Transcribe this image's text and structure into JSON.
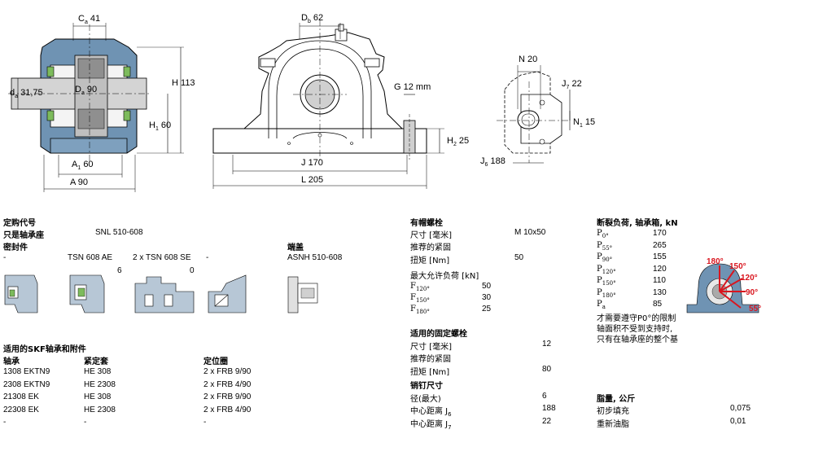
{
  "drawing": {
    "ca_label": "C",
    "ca_sub": "a",
    "ca_val": "41",
    "da_label": "d",
    "da_sub": "a",
    "da_val": "31,75",
    "Da_label": "D",
    "Da_sub": "a",
    "Da_val": "90",
    "A1_label": "A",
    "A1_sub": "1",
    "A1_val": "60",
    "A_label": "A",
    "A_val": "90",
    "H_label": "H",
    "H_val": "113",
    "H1_label": "H",
    "H1_sub": "1",
    "H1_val": "60",
    "Db_label": "D",
    "Db_sub": "b",
    "Db_val": "62",
    "G_label": "G",
    "G_val": "12 mm",
    "H2_label": "H",
    "H2_sub": "2",
    "H2_val": "25",
    "J_label": "J",
    "J_val": "170",
    "L_label": "L",
    "L_val": "205",
    "N_label": "N",
    "N_val": "20",
    "J7_label": "J",
    "J7_sub": "7",
    "J7_val": "22",
    "N1_label": "N",
    "N1_sub": "1",
    "N1_val": "15",
    "J6_label": "J",
    "J6_sub": "6",
    "J6_val": "188"
  },
  "order": {
    "title": "定购代号",
    "housing_label": "只是轴承座",
    "housing_value": "SNL 510-608",
    "seal_title": "密封件",
    "seals": [
      "-",
      "TSN 608 AE",
      "2 x TSN 608 SE",
      "-"
    ],
    "cover_title": "端盖",
    "cover_value": "ASNH 510-608",
    "seal_num_1": "6",
    "seal_num_2": "0"
  },
  "cap_bolts": {
    "title": "有帽螺栓",
    "size_label": "尺寸 [毫米]",
    "size_value": "M 10x50",
    "tighten_label": "推荐的紧固",
    "torque_label": "扭矩 [Nm]",
    "torque_value": "50",
    "max_load_label": "最大允许负荷 [kN]",
    "loads": [
      {
        "sym": "F",
        "sub": "120°",
        "value": "50"
      },
      {
        "sym": "F",
        "sub": "150°",
        "value": "30"
      },
      {
        "sym": "F",
        "sub": "180°",
        "value": "25"
      }
    ]
  },
  "fix_bolts": {
    "title": "适用的固定螺栓",
    "size_label": "尺寸 [毫米]",
    "size_value": "12",
    "tighten_label": "推荐的紧固",
    "torque_label": "扭矩 [Nm]",
    "torque_value": "80"
  },
  "dowel": {
    "title": "销钉尺寸",
    "dia_label": "径(最大)",
    "dia_value": "6",
    "j6_label": "中心距离 J",
    "j6_sub": "6",
    "j6_value": "188",
    "j7_label": "中心距离 J",
    "j7_sub": "7",
    "j7_value": "22"
  },
  "breaking": {
    "title": "断裂负荷, 轴承箱, kN",
    "items": [
      {
        "sym": "P",
        "sub": "0°",
        "value": "170"
      },
      {
        "sym": "P",
        "sub": "55°",
        "value": "265"
      },
      {
        "sym": "P",
        "sub": "90°",
        "value": "155"
      },
      {
        "sym": "P",
        "sub": "120°",
        "value": "120"
      },
      {
        "sym": "P",
        "sub": "150°",
        "value": "110"
      },
      {
        "sym": "P",
        "sub": "180°",
        "value": "130"
      },
      {
        "sym": "P",
        "sub": "a",
        "value": "85"
      }
    ],
    "note1": "才需要遵守P0°的限制",
    "note2": "轴面积不受到支持时,",
    "note3": "只有在轴承座的整个基",
    "angles": [
      "180°",
      "150°",
      "120°",
      "90°",
      "55°"
    ]
  },
  "grease": {
    "title": "脂量, 公斤",
    "initial_label": "初步填充",
    "initial_value": "0,075",
    "refill_label": "重新油脂",
    "refill_value": "0,01"
  },
  "bearings": {
    "title": "适用的SKF轴承和附件",
    "headers": [
      "轴承",
      "紧定套",
      "定位圈"
    ],
    "rows": [
      [
        "1308 EKTN9",
        "HE 308",
        "2 x FRB 9/90"
      ],
      [
        "2308 EKTN9",
        "HE 2308",
        "2 x FRB 4/90"
      ],
      [
        "21308 EK",
        "HE 308",
        "2 x FRB 9/90"
      ],
      [
        "22308 EK",
        "HE 2308",
        "2 x FRB 4/90"
      ],
      [
        "-",
        "-",
        "-"
      ]
    ]
  },
  "colors": {
    "housing_blue": "#6f93b3",
    "shaft_grey": "#d4d4d4",
    "seal_green": "#7dbb5c",
    "arrow_red": "#d9161f"
  }
}
